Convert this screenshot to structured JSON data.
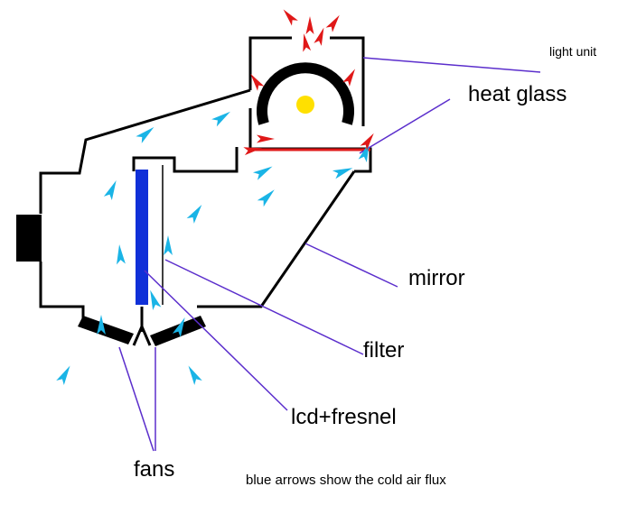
{
  "labels": {
    "light_unit": "light unit",
    "heat_glass": "heat glass",
    "mirror": "mirror",
    "filter": "filter",
    "lcd_fresnel": "lcd+fresnel",
    "fans": "fans",
    "caption": "blue arrows show the cold air flux"
  },
  "colors": {
    "outline": "#000000",
    "leader_line": "#5b2ecc",
    "cold_air_arrow": "#1ab4e6",
    "hot_air_arrow": "#e01818",
    "heat_glass": "#e01818",
    "lamp": "#ffe000",
    "lcd": "#1030d8"
  },
  "icons": {
    "cold_air": "blue-arrow-icon",
    "hot_air": "red-arrow-icon",
    "lamp": "lamp-icon"
  }
}
